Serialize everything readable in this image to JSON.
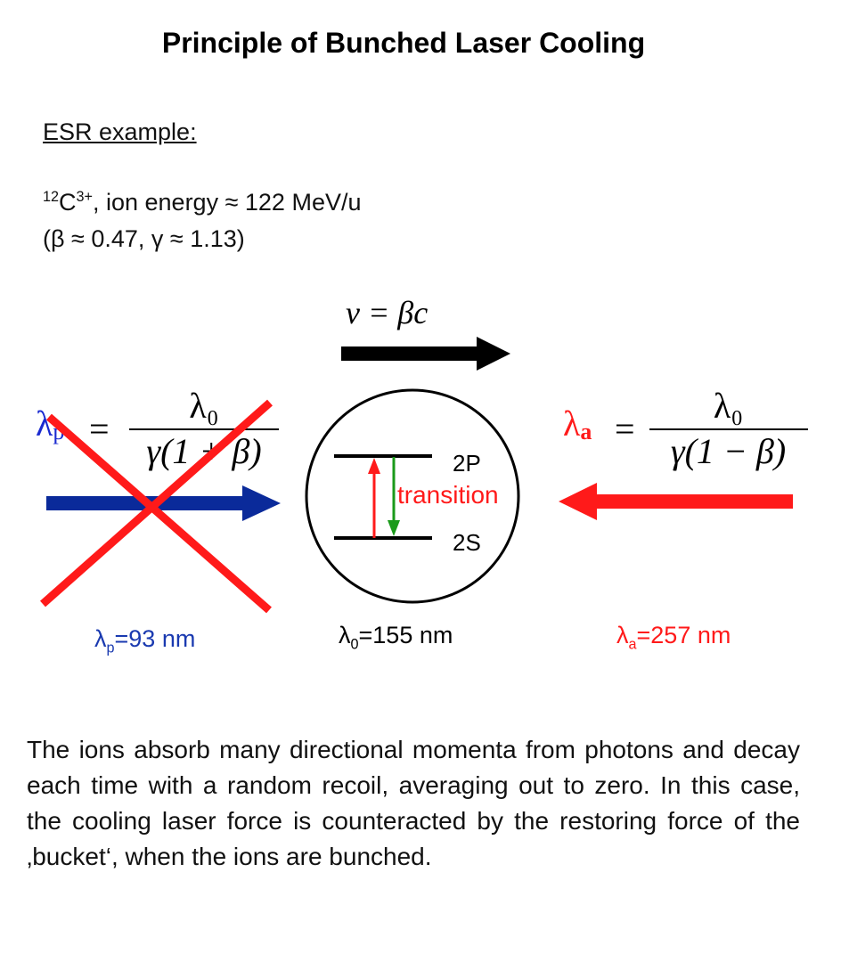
{
  "title": "Principle of Bunched Laser Cooling",
  "esr_heading": "ESR example:",
  "ion": {
    "mass": "12",
    "symbol": "C",
    "charge": "3+",
    "energy_text": ", ion energy ≈ 122 MeV/u",
    "params": "(β ≈ 0.47, γ ≈ 1.13)"
  },
  "velocity": "v = βc",
  "left_formula": {
    "lhs_symbol": "λ",
    "lhs_sub": "p",
    "eq": "=",
    "numerator": "λ₀",
    "denominator": "γ(1 + β)"
  },
  "right_formula": {
    "lhs_symbol": "λ",
    "lhs_sub": "a",
    "eq": "=",
    "numerator": "λ₀",
    "denominator": "γ(1 − β)"
  },
  "levels": {
    "upper": "2P",
    "lower": "2S",
    "transition": "transition"
  },
  "wavelengths": {
    "p": {
      "symbol": "λ",
      "sub": "p",
      "value": "=93 nm"
    },
    "zero": {
      "symbol": "λ",
      "sub": "0",
      "value": "=155 nm"
    },
    "a": {
      "symbol": "λ",
      "sub": "a",
      "value": "=257 nm"
    }
  },
  "paragraph": "The ions absorb many directional momenta from photons and decay each time with a random recoil, averaging out to zero. In this case, the cooling laser force is counteracted by the restoring force of the ‚bucket‘, when the ions are bunched.",
  "colors": {
    "blue": "#0a2a9a",
    "red": "#ff1a1a",
    "green": "#1a9a1a",
    "black": "#000000"
  }
}
